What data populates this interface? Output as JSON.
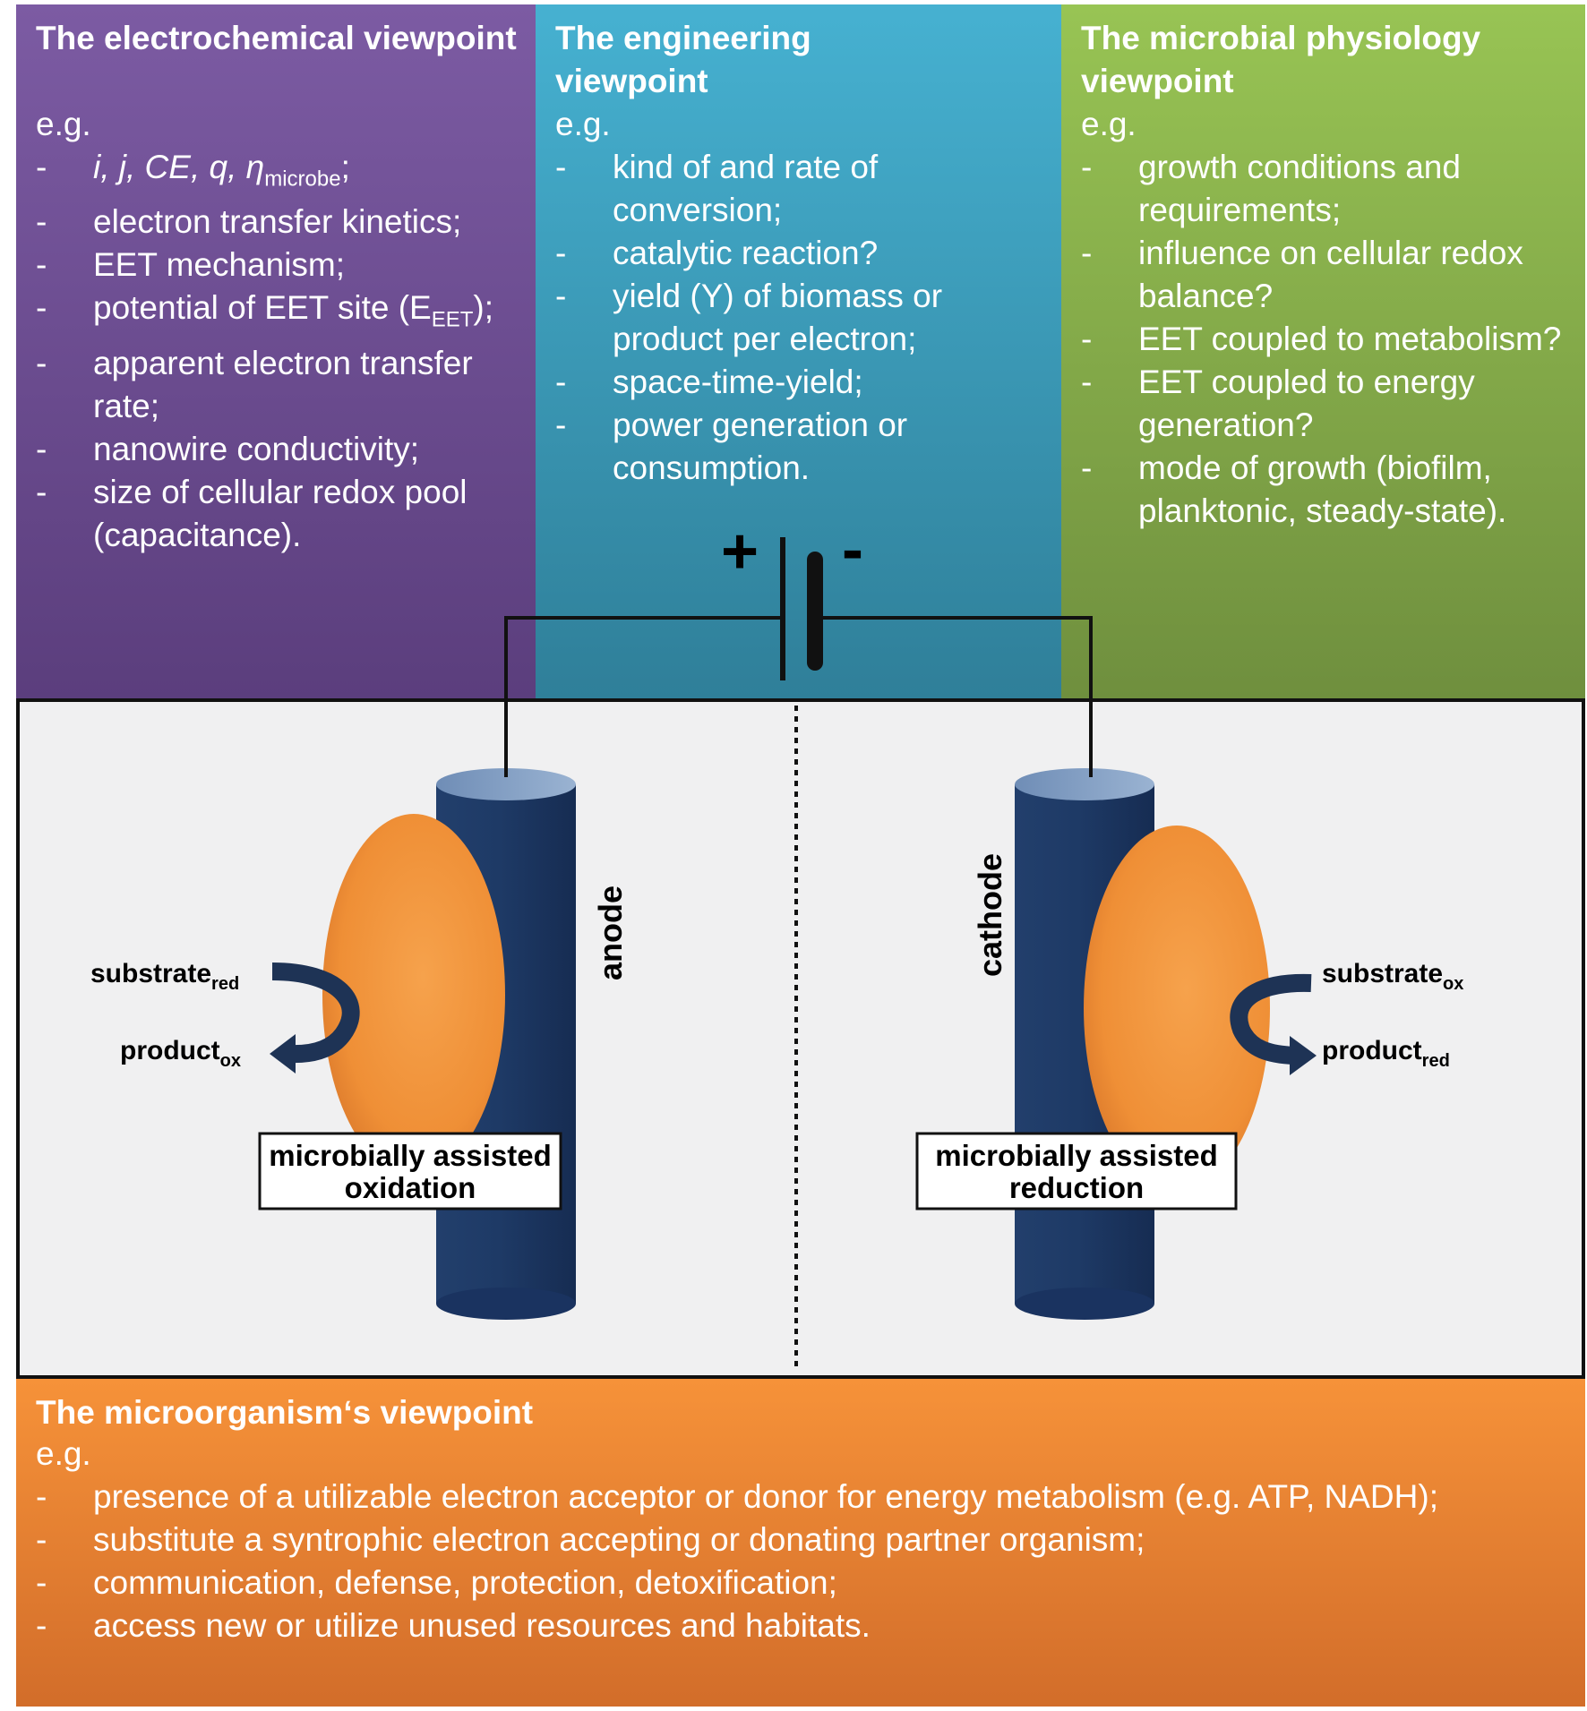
{
  "panels": {
    "electrochemical": {
      "title": "The electrochemical viewpoint",
      "eg": "e.g.",
      "items": [
        "i, j, CE, q, η",
        "electron  transfer kinetics;",
        "EET mechanism;",
        "potential of EET site (E",
        "apparent electron transfer rate;",
        "nanowire conductivity;",
        "size of cellular redox pool (capacitance)."
      ],
      "item1_sub": "microbe",
      "item1_tail": ";",
      "item4_sub": "EET",
      "item4_tail": ");",
      "color_top": "#7c5ba3",
      "color_bottom": "#5b3e7d"
    },
    "engineering": {
      "title": "The engineering viewpoint",
      "eg": "e.g.",
      "items": [
        "kind of and rate of conversion;",
        "catalytic reaction?",
        "yield (Y) of biomass or product  per electron;",
        "space-time-yield;",
        "power generation or consumption."
      ],
      "color_top": "#46b1d1",
      "color_bottom": "#2f7f99"
    },
    "microbial": {
      "title": "The microbial physiology viewpoint",
      "eg": "e.g.",
      "items": [
        "growth conditions and requirements;",
        "influence on cellular redox balance?",
        "EET coupled to metabolism?",
        "EET coupled to energy generation?",
        "mode of growth (biofilm, planktonic, steady-state)."
      ],
      "color_top": "#98c454",
      "color_bottom": "#6f8f3e"
    },
    "microorganism": {
      "title": "The microorganism‘s viewpoint",
      "eg": "e.g.",
      "items": [
        "presence of a utilizable electron acceptor or donor for energy metabolism (e.g. ATP, NADH);",
        "substitute a syntrophic electron accepting or donating partner organism;",
        "communication, defense, protection, detoxification;",
        "access new or utilize unused resources and habitats."
      ],
      "color_top": "#f69239",
      "color_bottom": "#d26d2a"
    }
  },
  "dash": "-",
  "schematic": {
    "plus": "+",
    "minus": "-",
    "anode_label": "anode",
    "cathode_label": "cathode",
    "left": {
      "substrate": "substrate",
      "substrate_sub": "red",
      "product": "product",
      "product_sub": "ox",
      "box_line1": "microbially assisted",
      "box_line2": "oxidation"
    },
    "right": {
      "substrate": "substrate",
      "substrate_sub": "ox",
      "product": "product",
      "product_sub": "red",
      "box_line1": "microbially assisted",
      "box_line2": "reduction"
    },
    "colors": {
      "electrode": "#1f3a66",
      "electrode_top": "#7f9cc0",
      "microbe": "#f0923a",
      "chamber": "#f0f0f1",
      "arrow": "#1e3355"
    }
  }
}
